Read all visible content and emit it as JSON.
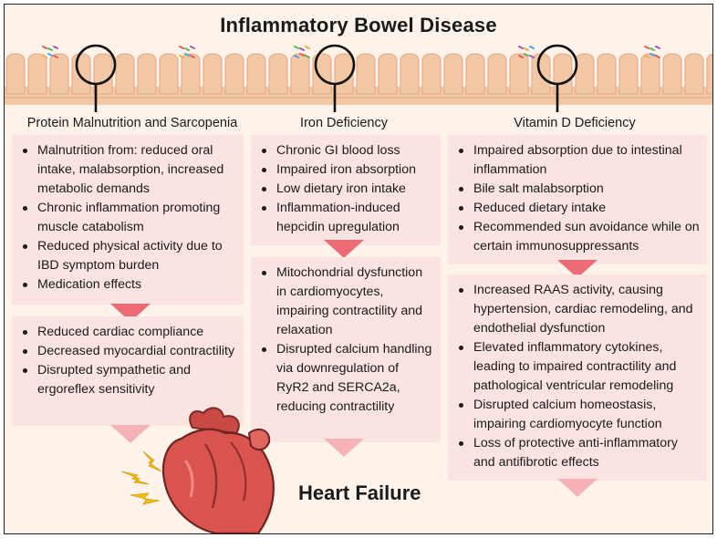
{
  "title": "Inflammatory Bowel Disease",
  "columns": [
    {
      "title": "Protein Malnutrition and Sarcopenia",
      "causes": [
        "Malnutrition from: reduced oral intake, malabsorption, increased metabolic demands",
        "Chronic inflammation promoting muscle catabolism",
        "Reduced physical activity due to IBD  symptom burden",
        "Medication effects"
      ],
      "effects": [
        "Reduced cardiac compliance",
        "Decreased myocardial contractility",
        "Disrupted sympathetic and ergoreflex sensitivity"
      ]
    },
    {
      "title": "Iron Deficiency",
      "causes": [
        "Chronic GI blood loss",
        "Impaired iron absorption",
        "Low dietary iron intake",
        "Inflammation-induced hepcidin upregulation"
      ],
      "effects": [
        "Mitochondrial dysfunction in cardiomyocytes, impairing contractility and relaxation",
        "Disrupted calcium handling via downregulation of RyR2 and SERCA2a, reducing contractility"
      ]
    },
    {
      "title": "Vitamin D Deficiency",
      "causes": [
        "Impaired absorption due to intestinal inflammation",
        "Bile salt malabsorption",
        "Reduced dietary intake",
        "Recommended sun avoidance while on certain immunosuppressants"
      ],
      "effects": [
        "Increased RAAS activity, causing hypertension, cardiac remodeling, and endothelial dysfunction",
        "Elevated inflammatory cytokines, leading to impaired contractility and pathological ventricular remodeling",
        "Disrupted calcium homeostasis, impairing cardiomyocyte function",
        "Loss of protective anti-inflammatory and antifibrotic effects"
      ]
    }
  ],
  "outcome": "Heart Failure",
  "colors": {
    "box": "#fbe3e1",
    "arrow": "#ec6b75",
    "arrow_light": "#f5b3b8",
    "villi": "#f2c7a5",
    "heart": "#d9534f"
  }
}
